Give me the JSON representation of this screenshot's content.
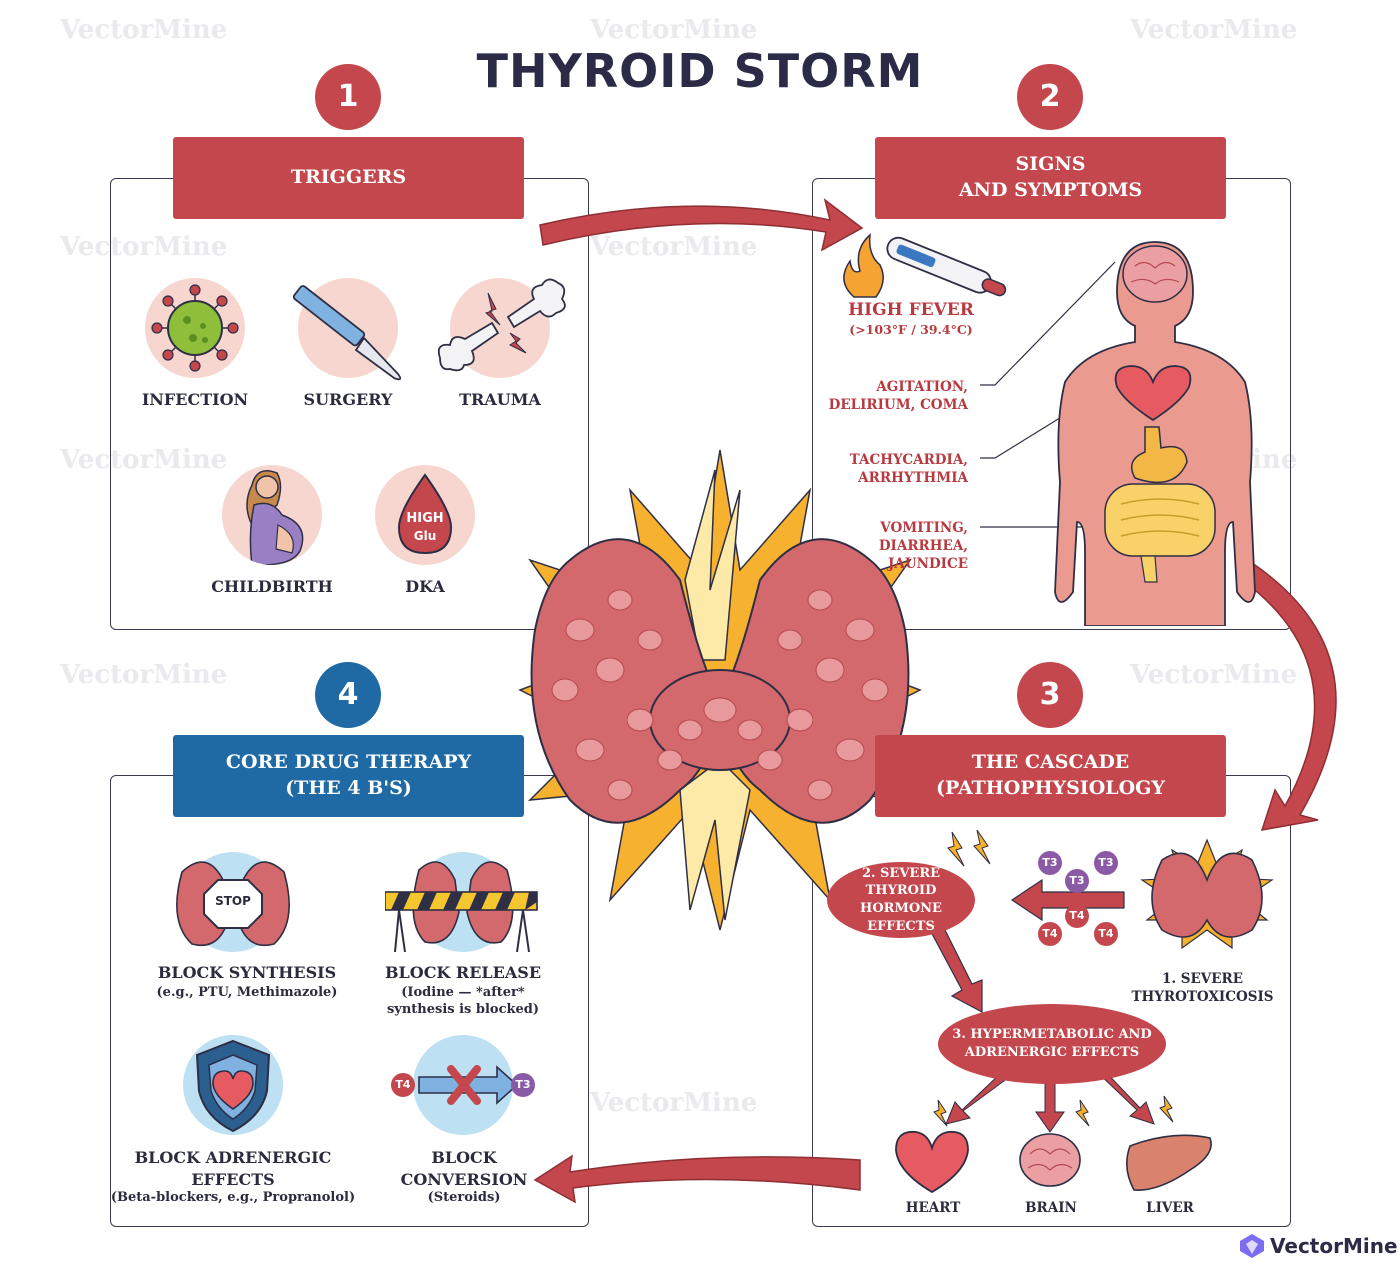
{
  "title": "THYROID STORM",
  "watermark": "VectorMine",
  "brand": "VectorMine",
  "colors": {
    "red": "#c4474d",
    "blue": "#1f6aa5",
    "navy": "#2b2b47",
    "pink": "#f6d6cf"
  },
  "sections": {
    "triggers": {
      "number": "1",
      "title": "TRIGGERS",
      "items": [
        {
          "label": "INFECTION",
          "icon": "virus-icon"
        },
        {
          "label": "SURGERY",
          "icon": "scalpel-icon"
        },
        {
          "label": "TRAUMA",
          "icon": "broken-bone-icon"
        },
        {
          "label": "CHILDBIRTH",
          "icon": "pregnant-woman-icon"
        },
        {
          "label": "DKA",
          "icon": "blood-drop-icon",
          "badge_line1": "HIGH",
          "badge_line2": "Glu"
        }
      ]
    },
    "signs": {
      "number": "2",
      "title_line1": "SIGNS",
      "title_line2": "AND SYMPTOMS",
      "fever_title": "HIGH FEVER",
      "fever_sub": "(>103°F / 39.4°C)",
      "symptoms": [
        {
          "line1": "AGITATION,",
          "line2": "DELIRIUM, COMA",
          "line3": ""
        },
        {
          "line1": "TACHYCARDIA,",
          "line2": "ARRHYTHMIA",
          "line3": ""
        },
        {
          "line1": "VOMITING,",
          "line2": "DIARRHEA,",
          "line3": "JAUNDICE"
        }
      ]
    },
    "cascade": {
      "number": "3",
      "title_line1": "THE CASCADE",
      "title_line2": "(PATHOPHYSIOLOGY",
      "step1_line1": "1. SEVERE",
      "step1_line2": "THYROTOXICOSIS",
      "step2_line1": "2. SEVERE THYROID",
      "step2_line2": "HORMONE EFFECTS",
      "step3_line1": "3. HYPERMETABOLIC AND",
      "step3_line2": "ADRENERGIC EFFECTS",
      "hormones": [
        "T3",
        "T3",
        "T3",
        "T4",
        "T4",
        "T4"
      ],
      "organs": [
        "HEART",
        "BRAIN",
        "LIVER"
      ]
    },
    "therapy": {
      "number": "4",
      "title_line1": "CORE DRUG THERAPY",
      "title_line2": "(THE 4 B'S)",
      "items": [
        {
          "title_line1": "BLOCK SYNTHESIS",
          "title_line2": "",
          "sub_line1": "(e.g., PTU, Methimazole)",
          "sub_line2": ""
        },
        {
          "title_line1": "BLOCK RELEASE",
          "title_line2": "",
          "sub_line1": "(Iodine — *after*",
          "sub_line2": "synthesis is blocked)"
        },
        {
          "title_line1": "BLOCK ADRENERGIC",
          "title_line2": "EFFECTS",
          "sub_line1": "(Beta-blockers, e.g., Propranolol)",
          "sub_line2": ""
        },
        {
          "title_line1": "BLOCK",
          "title_line2": "CONVERSION",
          "sub_line1": "(Steroids)",
          "sub_line2": ""
        }
      ],
      "stop_text": "STOP",
      "conv_from": "T4",
      "conv_to": "T3"
    }
  }
}
